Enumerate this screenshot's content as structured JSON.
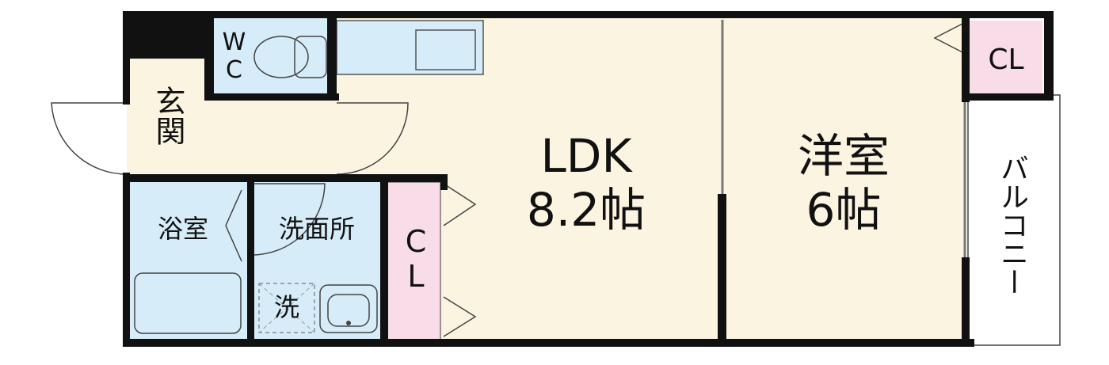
{
  "colors": {
    "wall": "#111111",
    "ldk_floor": "#fbf4e1",
    "wet_area": "#d6ecf8",
    "closet": "#f8dde8",
    "balcony": "#ffffff"
  },
  "rooms": {
    "ldk": {
      "name": "LDK",
      "size": "8.2帖"
    },
    "western": {
      "name": "洋室",
      "size": "6帖"
    },
    "entrance": {
      "name": "玄関"
    },
    "wc": {
      "name": "WC"
    },
    "bath": {
      "name": "浴室"
    },
    "washroom": {
      "name": "洗面所"
    },
    "washer": {
      "name": "洗"
    },
    "closet_ldk": {
      "name": "CL"
    },
    "closet_western": {
      "name": "CL"
    },
    "balcony": {
      "name": "バルコニー"
    }
  }
}
